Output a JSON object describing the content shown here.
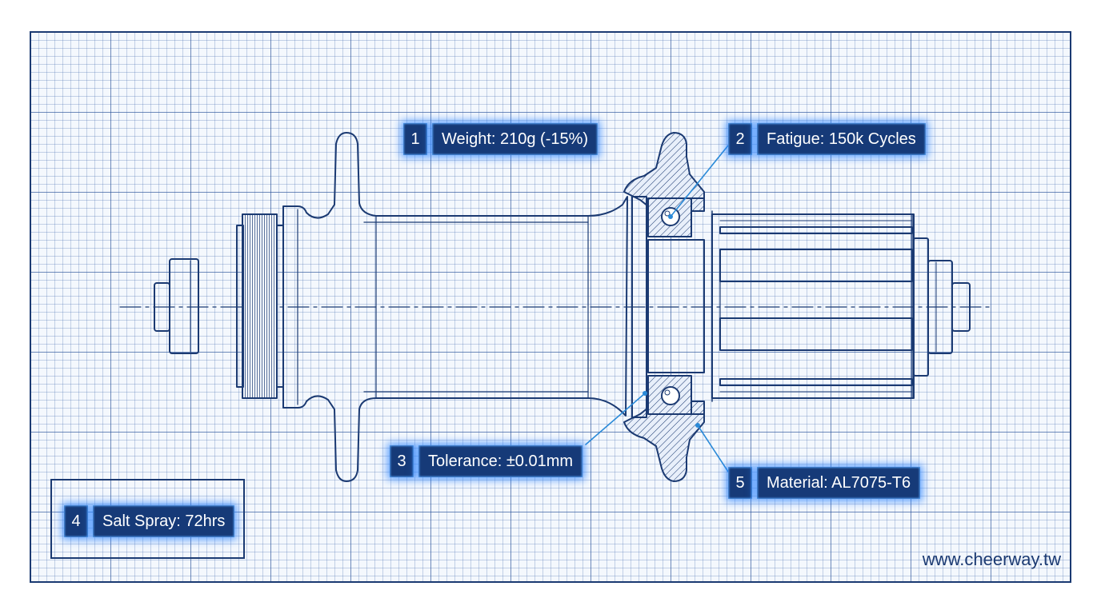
{
  "callouts": [
    {
      "number": "1",
      "label": "Weight: 210g (-15%)"
    },
    {
      "number": "2",
      "label": "Fatigue: 150k Cycles"
    },
    {
      "number": "3",
      "label": "Tolerance: ±0.01mm"
    },
    {
      "number": "4",
      "label": "Salt Spray: 72hrs"
    },
    {
      "number": "5",
      "label": "Material: AL7075-T6"
    }
  ],
  "footer": {
    "url": "www.cheerway.tw"
  },
  "colors": {
    "line": "#1b3a72",
    "grid": "#2850a0",
    "label_bg": "#163a78",
    "glow": "#2882ff",
    "paper": "#f4f8fd"
  }
}
